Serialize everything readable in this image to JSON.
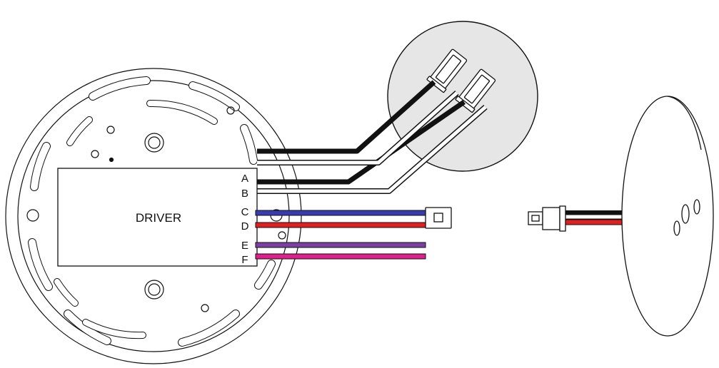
{
  "driver": {
    "label": "DRIVER"
  },
  "terminals": [
    {
      "label": "A",
      "wire_color": "#111111",
      "style": "solid"
    },
    {
      "label": "B",
      "wire_color": "#ffffff",
      "style": "outlined"
    },
    {
      "label": "C",
      "wire_color": "#3a3ab0",
      "style": "solid"
    },
    {
      "label": "D",
      "wire_color": "#e02020",
      "style": "solid"
    },
    {
      "label": "E",
      "wire_color": "#7a3fa0",
      "style": "solid"
    },
    {
      "label": "F",
      "wire_color": "#e0208a",
      "style": "solid"
    }
  ],
  "colors": {
    "line": "#111111",
    "sensor_fill": "#e6e6e6",
    "black_wire": "#111111",
    "white_wire": "#ffffff",
    "blue_wire": "#3a3ab0",
    "red_wire": "#e02020",
    "purple_wire": "#7a3fa0",
    "pink_wire": "#e0208a"
  },
  "icons": {
    "mounting_plate": "mounting-plate-icon",
    "sensor_module": "sensor-module-icon",
    "connector_female": "connector-female-icon",
    "connector_male": "connector-male-icon",
    "light_fixture": "light-fixture-icon"
  }
}
